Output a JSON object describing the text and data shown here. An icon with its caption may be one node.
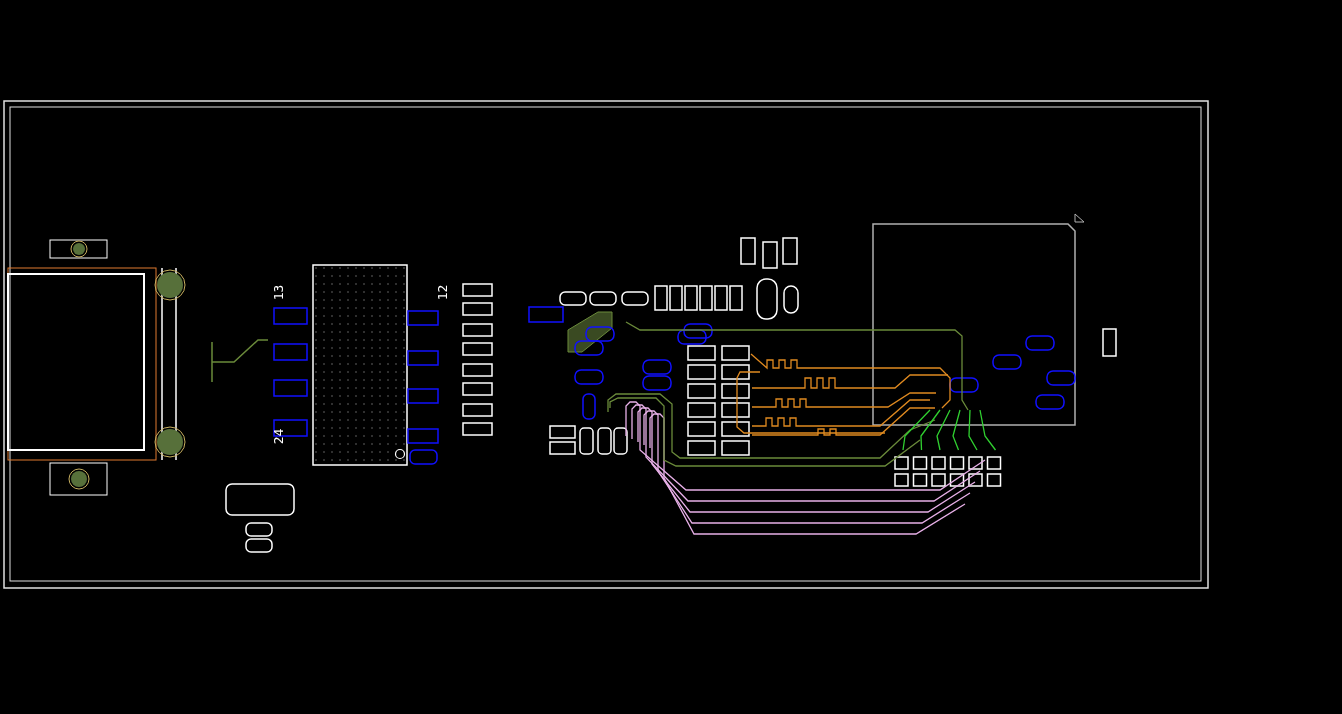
{
  "diagram": {
    "labels": [
      "13",
      "12",
      "24"
    ]
  }
}
